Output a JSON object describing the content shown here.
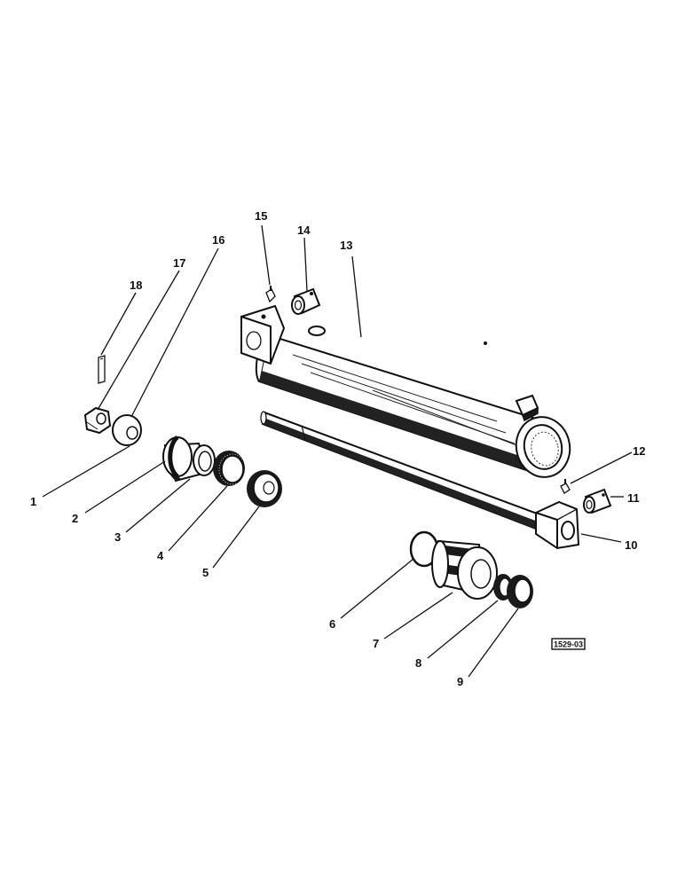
{
  "diagram": {
    "reference_code": "1529-03",
    "callouts": [
      "1",
      "2",
      "3",
      "4",
      "5",
      "6",
      "7",
      "8",
      "9",
      "10",
      "11",
      "12",
      "13",
      "14",
      "15",
      "16",
      "17",
      "18"
    ]
  }
}
